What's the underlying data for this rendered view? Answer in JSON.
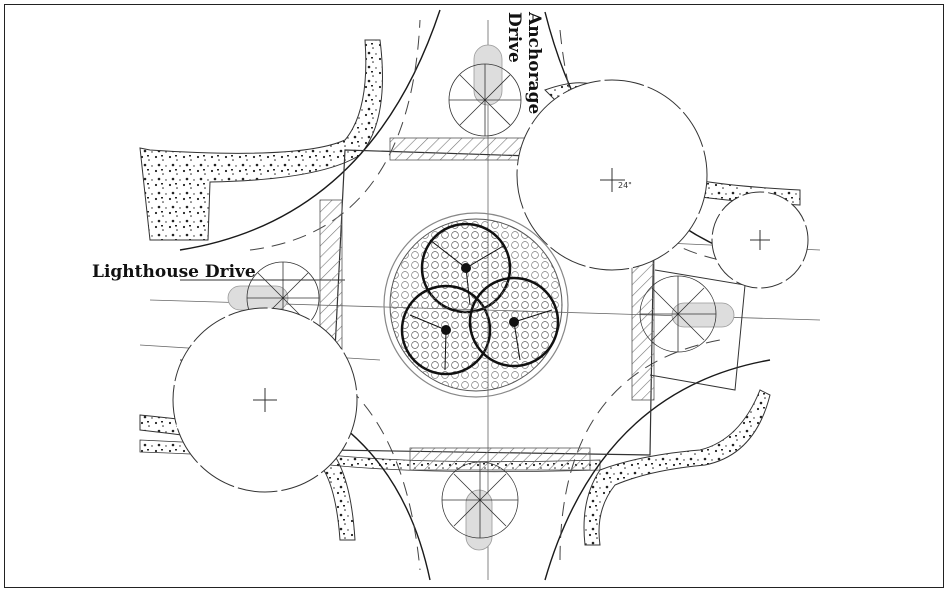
{
  "streets": {
    "lighthouse": "Lighthouse Drive",
    "anchorage_line1": "Anchorage",
    "anchorage_line2": "Drive"
  },
  "annotations": {
    "dimension_mark": "24\""
  },
  "colors": {
    "ink": "#1a1a1a",
    "line": "#555555",
    "hatch": "#777777"
  }
}
